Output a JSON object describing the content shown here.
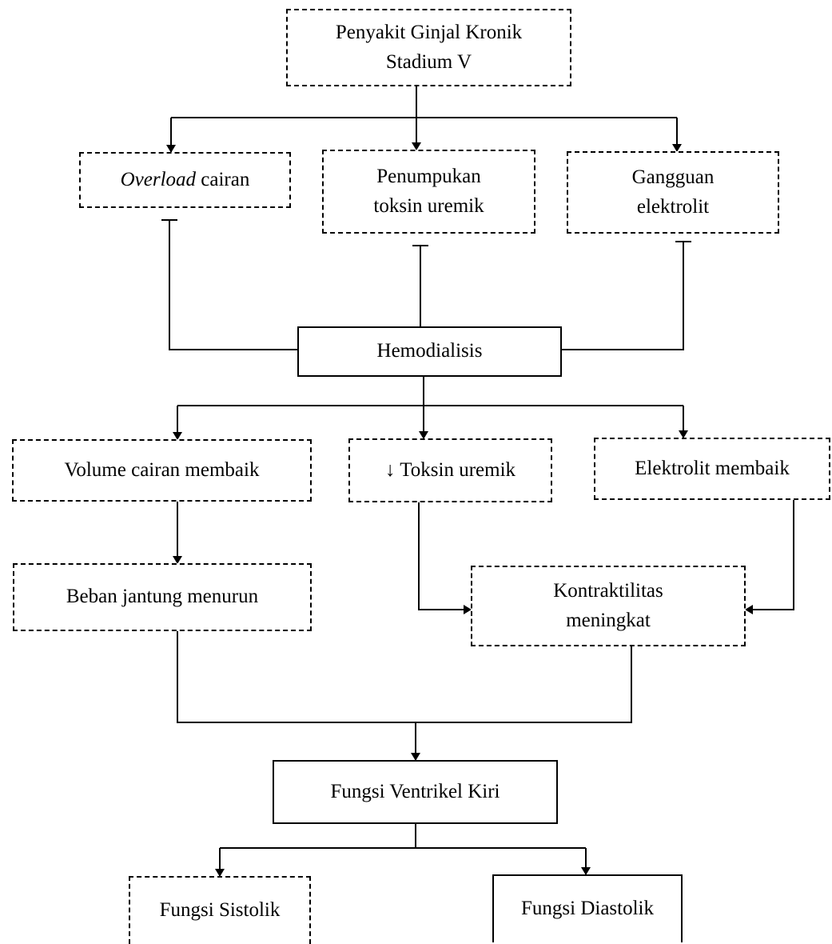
{
  "nodes": {
    "ckd": {
      "line1": "Penyakit Ginjal Kronik",
      "line2": "Stadium V"
    },
    "overload": {
      "italic": "Overload",
      "rest": " cairan"
    },
    "toksin": {
      "line1": "Penumpukan",
      "line2": "toksin uremik"
    },
    "elektrolit": {
      "line1": "Gangguan",
      "line2": "elektrolit"
    },
    "hemodialisis": {
      "label": "Hemodialisis"
    },
    "volume": {
      "label": "Volume cairan membaik"
    },
    "toksin_down": {
      "label": "↓ Toksin uremik"
    },
    "elektrolit_baik": {
      "label": "Elektrolit membaik"
    },
    "beban": {
      "label": "Beban jantung menurun"
    },
    "kontraktilitas": {
      "line1": "Kontraktilitas",
      "line2": "meningkat"
    },
    "ventrikel": {
      "label": "Fungsi Ventrikel Kiri"
    },
    "sistolik": {
      "label": "Fungsi Sistolik"
    },
    "diastolik": {
      "label": "Fungsi Diastolik"
    }
  }
}
